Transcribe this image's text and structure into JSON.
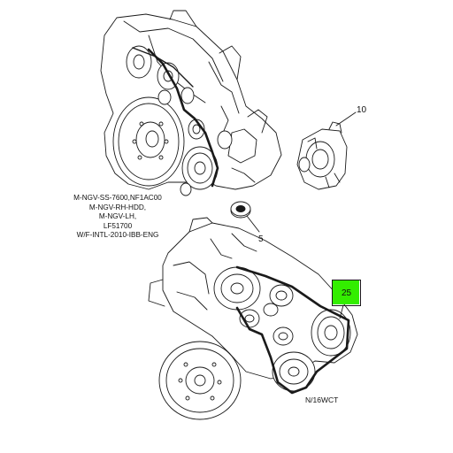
{
  "callouts": {
    "alternator": "10",
    "idler_pulley": "5",
    "belt": "25"
  },
  "model_codes": [
    "M-NGV-SS-7600,NF1AC00",
    "M-NGV-RH-HDD,",
    "M-NGV-LH,",
    "LF51700",
    "W/F-INTL-2010-IBB-ENG"
  ],
  "figure_id": "N/16WCT",
  "colors": {
    "line": "#1a1a1a",
    "highlight": "#33ee00",
    "background": "#ffffff"
  }
}
